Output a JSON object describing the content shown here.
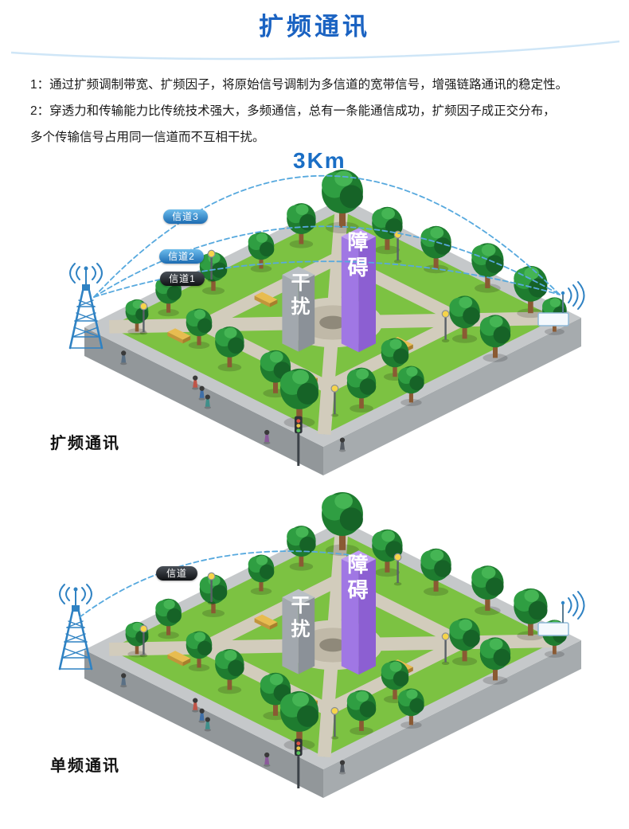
{
  "title": "扩频通讯",
  "description": {
    "line1": "1：通过扩频调制带宽、扩频因子，将原始信号调制为多信道的宽带信号，增强链路通讯的稳定性。",
    "line2": "2：穿透力和传输能力比传统技术强大，多频通信，总有一条能通信成功，扩频因子成正交分布，",
    "line3": "多个传输信号占用同一信道而不互相干扰。"
  },
  "park": {
    "interference_label": "干扰",
    "obstacle_label": "障碍"
  },
  "diagram_spread": {
    "distance_label": "3Km",
    "channel3": "信道3",
    "channel2": "信道2",
    "channel1": "信道1",
    "caption": "扩频通讯"
  },
  "diagram_single": {
    "channel_label": "信道",
    "caption": "单频通讯"
  },
  "colors": {
    "title_blue": "#1b63c2",
    "signal_blue": "#57a9de",
    "channel_pill_blue": "#1d6cb2",
    "channel_pill_dark": "#101215",
    "obstacle_purple": "#8c5fd2",
    "interference_gray": "#8b9198",
    "grass_green": "#7cc242"
  }
}
